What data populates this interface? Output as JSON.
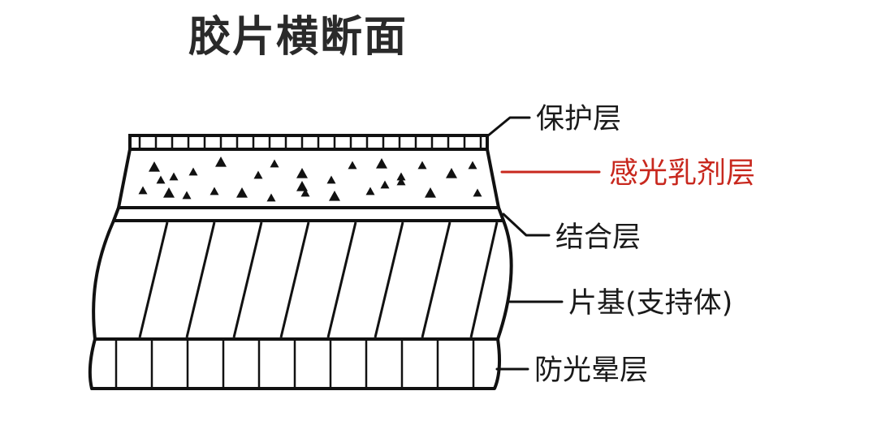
{
  "diagram": {
    "title": "胶片横断面",
    "layers": [
      {
        "id": "protective",
        "label": "保护层",
        "highlight": false
      },
      {
        "id": "emulsion",
        "label": "感光乳剂层",
        "highlight": true
      },
      {
        "id": "binding",
        "label": "结合层",
        "highlight": false
      },
      {
        "id": "base",
        "label": "片基(支持体)",
        "highlight": false
      },
      {
        "id": "antihalation",
        "label": "防光晕层",
        "highlight": false
      }
    ],
    "colors": {
      "line": "#111111",
      "label": "#1a1a1a",
      "highlight": "#c8281e",
      "title": "#2a2a2a"
    }
  }
}
